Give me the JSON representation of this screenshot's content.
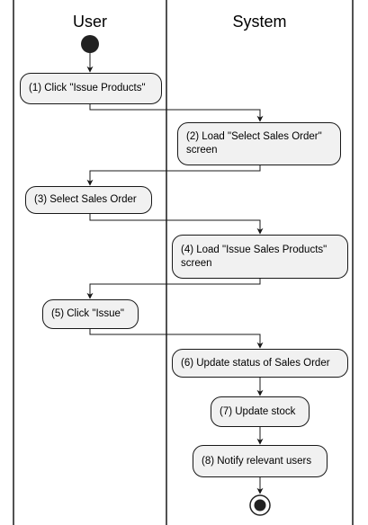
{
  "swimlanes": [
    {
      "name": "User"
    },
    {
      "name": "System"
    }
  ],
  "activities": [
    {
      "label": "(1) Click \"Issue Products\"",
      "lane": "User"
    },
    {
      "label": "(2) Load \"Select Sales Order\"\nscreen",
      "lane": "System"
    },
    {
      "label": "(3) Select Sales Order",
      "lane": "User"
    },
    {
      "label": "(4) Load \"Issue Sales Products\"\nscreen",
      "lane": "System"
    },
    {
      "label": "(5) Click \"Issue\"",
      "lane": "User"
    },
    {
      "label": "(6) Update status of Sales Order",
      "lane": "System"
    },
    {
      "label": "(7) Update stock",
      "lane": "System"
    },
    {
      "label": "(8) Notify relevant users",
      "lane": "System"
    }
  ],
  "colors": {
    "node_fill": "#f1f1f1",
    "stroke": "#181818",
    "start_node": "#222222"
  }
}
